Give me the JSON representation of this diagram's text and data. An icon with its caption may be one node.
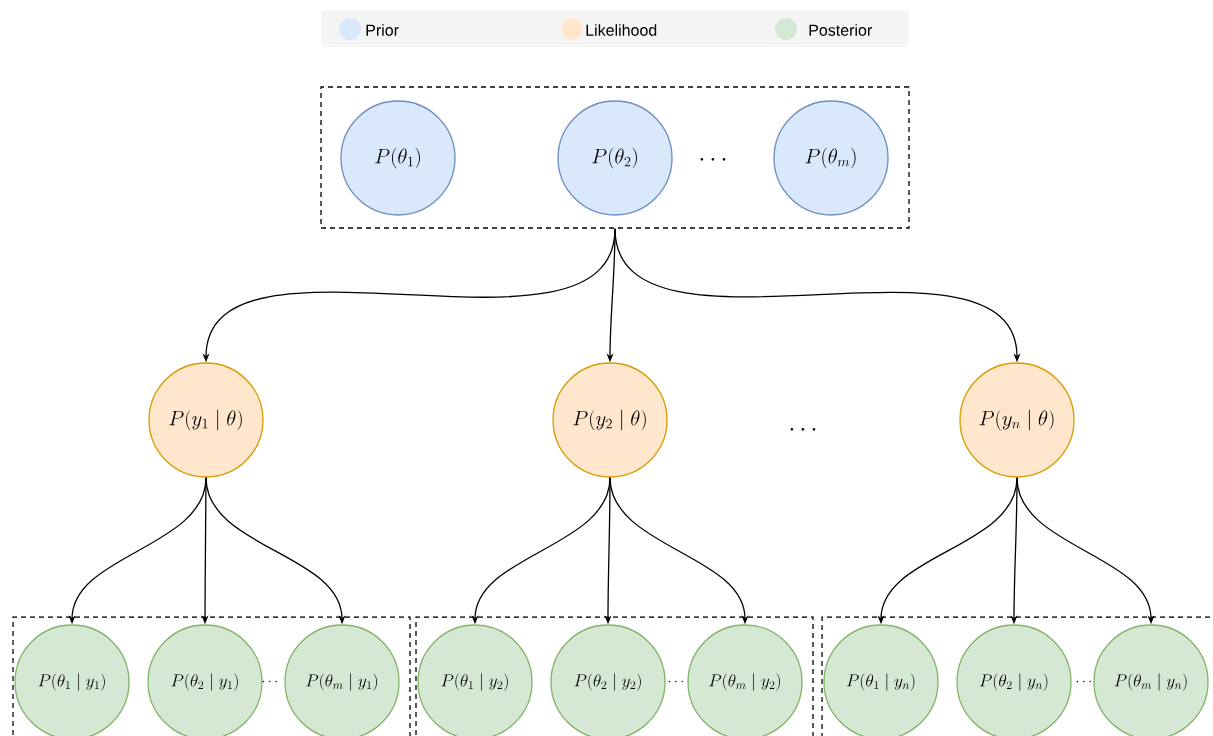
{
  "diagram": {
    "nodes": [
      {
        "text": [],
        "shape": "box"
      },
      {
        "text": [
          "P(\\theta_1)"
        ],
        "in": 0
      },
      {
        "text": [
          "P(\\theta_2)"
        ],
        "in": 0
      },
      {
        "text": [
          "P(\\theta_m)"
        ],
        "in": 0
      },
      {
        "text": [
          "P(y_1 \\mid \\theta)"
        ]
      },
      {
        "text": [
          "P(y_2 \\mid \\theta)"
        ]
      },
      {
        "text": [
          "P(y_n \\mid \\theta)"
        ]
      },
      {
        "text": [],
        "shape": "box"
      },
      {
        "text": [
          "P(\\theta_1 \\mid y_1)"
        ],
        "in": 7
      },
      {
        "text": [
          "P(\\theta_2 \\mid y_1)"
        ],
        "in": 7
      },
      {
        "text": [
          "P(\\theta_m \\mid y_1)"
        ],
        "in": 7
      },
      {
        "text": [],
        "shape": "box"
      },
      {
        "text": [
          "P(\\theta_1 \\mid y_2)"
        ],
        "in": 11
      },
      {
        "text": [
          "P(\\theta_2 \\mid y_2)"
        ],
        "in": 11
      },
      {
        "text": [
          "P(\\theta_m \\mid y_2)"
        ],
        "in": 11
      },
      {
        "text": [],
        "shape": "box"
      },
      {
        "text": [
          "P(\\theta_1 \\mid y_n)"
        ],
        "in": 15
      },
      {
        "text": [
          "P(\\theta_2 \\mid y_n)"
        ],
        "in": 15
      },
      {
        "text": [
          "P(\\theta_m \\mid y_n)"
        ],
        "in": 15
      }
    ],
    "edges": [
      {
        "from": 0,
        "to": 4,
        "arrow": "to"
      },
      {
        "from": 0,
        "to": 5,
        "arrow": "to"
      },
      {
        "from": 0,
        "to": 6,
        "arrow": "to"
      },
      {
        "from": 4,
        "to": 8,
        "arrow": "to"
      },
      {
        "from": 4,
        "to": 9,
        "arrow": "to"
      },
      {
        "from": 4,
        "to": 10,
        "arrow": "to"
      },
      {
        "from": 5,
        "to": 12,
        "arrow": "to"
      },
      {
        "from": 5,
        "to": 13,
        "arrow": "to"
      },
      {
        "from": 5,
        "to": 14,
        "arrow": "to"
      },
      {
        "from": 6,
        "to": 16,
        "arrow": "to"
      },
      {
        "from": 6,
        "to": 17,
        "arrow": "to"
      },
      {
        "from": 6,
        "to": 18,
        "arrow": "to"
      }
    ],
    "labels": [
      "\\cdots",
      "\\cdots",
      "\\cdots",
      "\\cdots",
      "\\cdots"
    ],
    "legend": [
      {
        "text": "Prior",
        "color": "#dae8fc"
      },
      {
        "text": "Likelihood",
        "color": "#ffe6cc"
      },
      {
        "text": "Posterior",
        "color": "#d5e8d4"
      }
    ]
  }
}
